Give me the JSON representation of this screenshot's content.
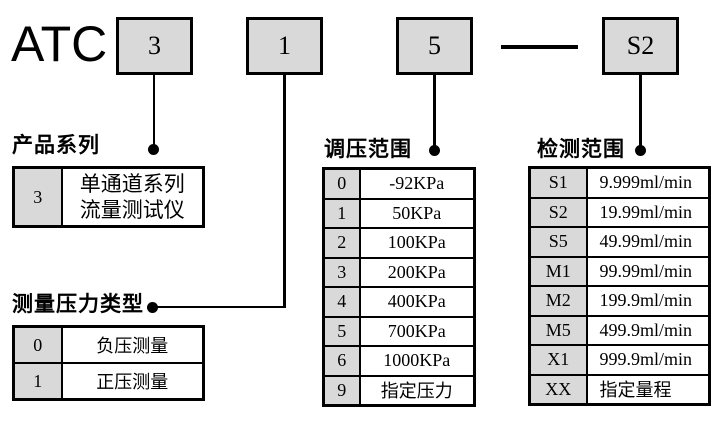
{
  "brand": "ATC",
  "model_code": {
    "segments": [
      "3",
      "1",
      "5",
      "S2"
    ]
  },
  "colors": {
    "box_fill": "#d9d9d9",
    "line": "#000000",
    "background": "#ffffff"
  },
  "sections": {
    "product_series": {
      "title": "产品系列",
      "rows": [
        {
          "code": "3",
          "value": "单通道系列\n流量测试仪"
        }
      ]
    },
    "pressure_type": {
      "title": "测量压力类型",
      "rows": [
        {
          "code": "0",
          "value": "负压测量"
        },
        {
          "code": "1",
          "value": "正压测量"
        }
      ]
    },
    "regulation_range": {
      "title": "调压范围",
      "rows": [
        {
          "code": "0",
          "value": "-92KPa"
        },
        {
          "code": "1",
          "value": "50KPa"
        },
        {
          "code": "2",
          "value": "100KPa"
        },
        {
          "code": "3",
          "value": "200KPa"
        },
        {
          "code": "4",
          "value": "400KPa"
        },
        {
          "code": "5",
          "value": "700KPa"
        },
        {
          "code": "6",
          "value": "1000KPa"
        },
        {
          "code": "9",
          "value": "指定压力"
        }
      ]
    },
    "detection_range": {
      "title": "检测范围",
      "rows": [
        {
          "code": "S1",
          "value": "9.999ml/min"
        },
        {
          "code": "S2",
          "value": "19.99ml/min"
        },
        {
          "code": "S5",
          "value": "49.99ml/min"
        },
        {
          "code": "M1",
          "value": "99.99ml/min"
        },
        {
          "code": "M2",
          "value": "199.9ml/min"
        },
        {
          "code": "M5",
          "value": "499.9ml/min"
        },
        {
          "code": "X1",
          "value": "999.9ml/min"
        },
        {
          "code": "XX",
          "value": "指定量程"
        }
      ]
    }
  }
}
